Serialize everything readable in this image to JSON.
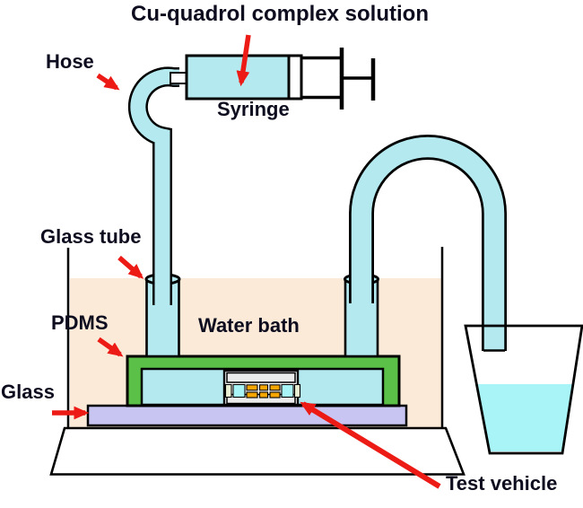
{
  "title": "Cu-quadrol complex solution",
  "labels": {
    "hose": "Hose",
    "syringe": "Syringe",
    "glass_tube": "Glass tube",
    "pdms": "PDMS",
    "water_bath": "Water bath",
    "glass": "Glass",
    "test_vehicle": "Test vehicle"
  },
  "colors": {
    "outline": "#000000",
    "text": "#0d0d1f",
    "arrow_red": "#ed1b16",
    "tube_fluid": "#b4e9f0",
    "beaker_liquid": "#a8f4f6",
    "water_bath_fill": "#fbead8",
    "pdms_green": "#5bc047",
    "glass_slide_lavender": "#c8c5f2",
    "solder_orange": "#f5a602",
    "substrate_grey": "#ebebeb",
    "die_pale": "#e9efd2",
    "white": "#ffffff"
  }
}
